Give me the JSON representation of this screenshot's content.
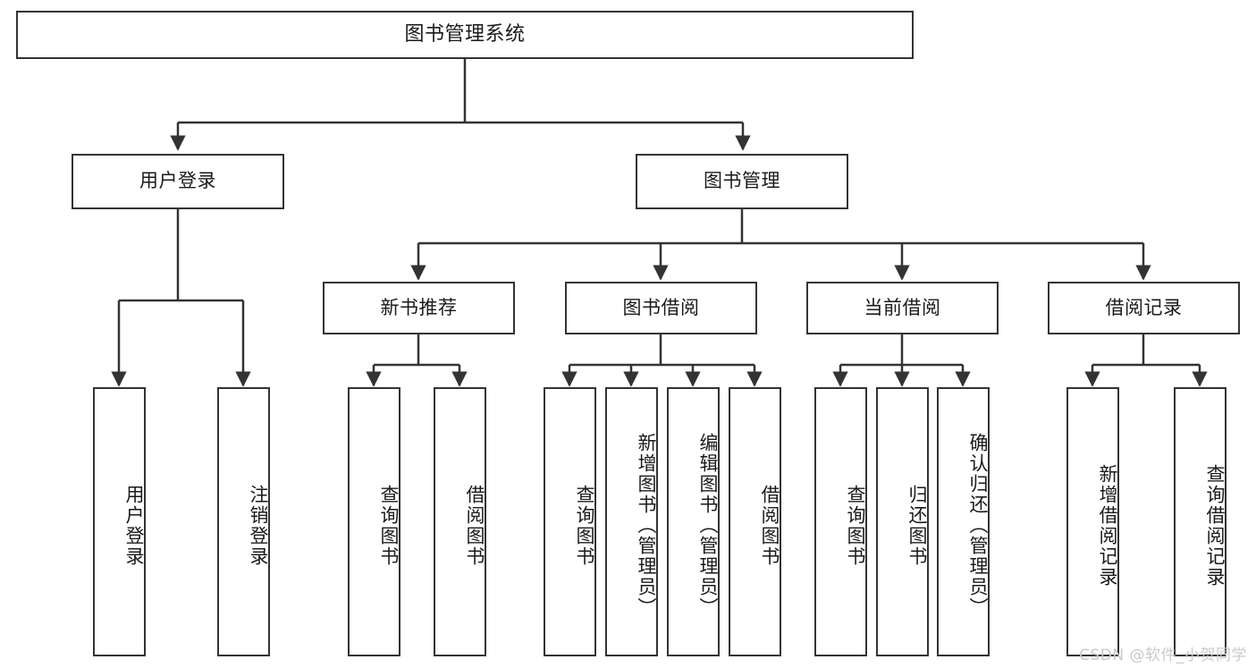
{
  "diagram": {
    "title": "图书管理系统",
    "type": "hierarchy-tree",
    "stroke_color": "#333333",
    "background_color": "#ffffff",
    "text_color": "#1a1a1a"
  },
  "root": {
    "label": "图书管理系统"
  },
  "level2": [
    {
      "label": "用户登录"
    },
    {
      "label": "图书管理"
    }
  ],
  "level3": [
    {
      "label": "新书推荐"
    },
    {
      "label": "图书借阅"
    },
    {
      "label": "当前借阅"
    },
    {
      "label": "借阅记录"
    }
  ],
  "leaves": {
    "user_login": [
      {
        "label": "用户登录"
      },
      {
        "label": "注销登录"
      }
    ],
    "new_book_recommend": [
      {
        "label": "查询图书"
      },
      {
        "label": "借阅图书"
      }
    ],
    "book_borrow": [
      {
        "label": "查询图书"
      },
      {
        "label": "新增图书（管理员）"
      },
      {
        "label": "编辑图书（管理员）"
      },
      {
        "label": "借阅图书"
      }
    ],
    "current_borrow": [
      {
        "label": "查询图书"
      },
      {
        "label": "归还图书"
      },
      {
        "label": "确认归还（管理员）"
      }
    ],
    "borrow_record": [
      {
        "label": "新增借阅记录"
      },
      {
        "label": "查询借阅记录"
      }
    ]
  },
  "watermark": {
    "text": "CSDN @软件_小贺同学"
  }
}
